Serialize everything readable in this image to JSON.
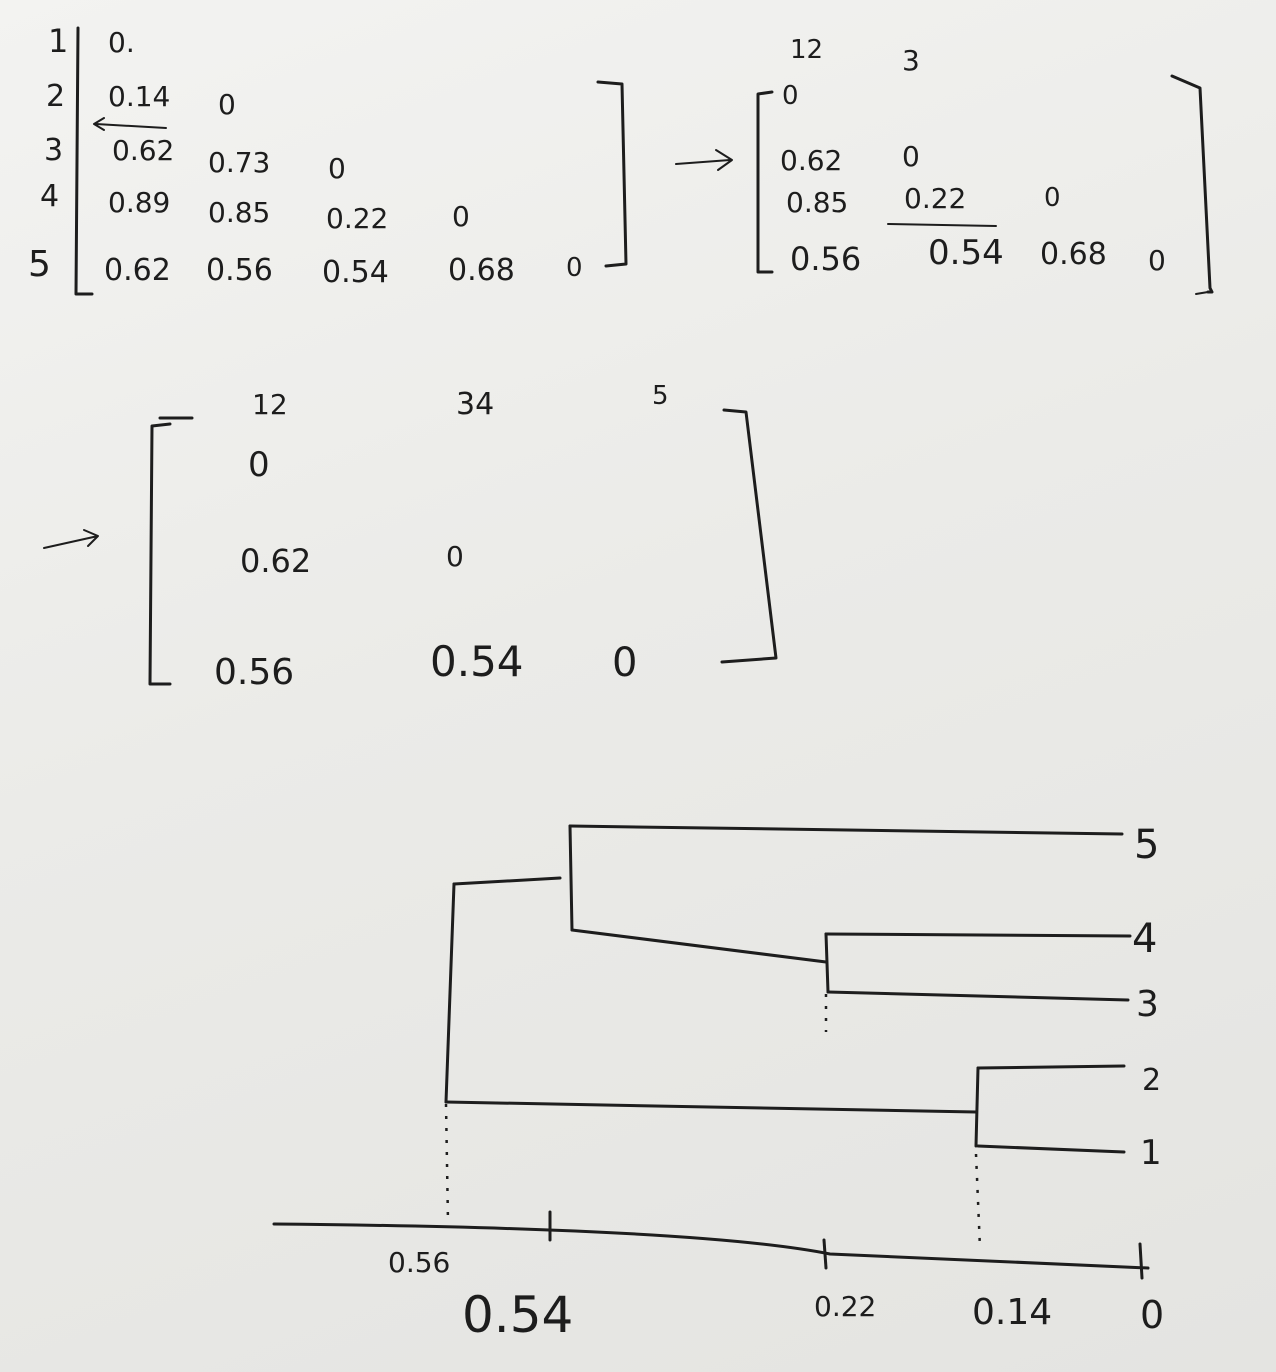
{
  "matrix1": {
    "row_labels": [
      "1",
      "2",
      "3",
      "4",
      "5"
    ],
    "rows": [
      [
        "0."
      ],
      [
        "0.14",
        "0"
      ],
      [
        "0.62",
        "0.73",
        "0"
      ],
      [
        "0.89",
        "0.85",
        "0.22",
        "0"
      ],
      [
        "0.62",
        "0.56",
        "0.54",
        "0.68",
        "0"
      ]
    ]
  },
  "matrix2": {
    "col_labels": [
      "12",
      "3"
    ],
    "rows": [
      [
        "0"
      ],
      [
        "0.62",
        "0"
      ],
      [
        "0.85",
        "0.22",
        "0"
      ],
      [
        "0.56",
        "0.54",
        "0.68",
        "0"
      ]
    ]
  },
  "matrix3": {
    "col_labels": [
      "12",
      "34",
      "5"
    ],
    "rows": [
      [
        "0"
      ],
      [
        "0.62",
        "0"
      ],
      [
        "0.56",
        "0.54",
        "0"
      ]
    ]
  },
  "dendrogram": {
    "leaves": [
      "5",
      "4",
      "3",
      "2",
      "1"
    ],
    "axis_ticks": [
      {
        "label": "0.56",
        "value": 0.56
      },
      {
        "label": "0.54",
        "value": 0.54
      },
      {
        "label": "0.22",
        "value": 0.22
      },
      {
        "label": "0.14",
        "value": 0.14
      },
      {
        "label": "0",
        "value": 0
      }
    ]
  }
}
